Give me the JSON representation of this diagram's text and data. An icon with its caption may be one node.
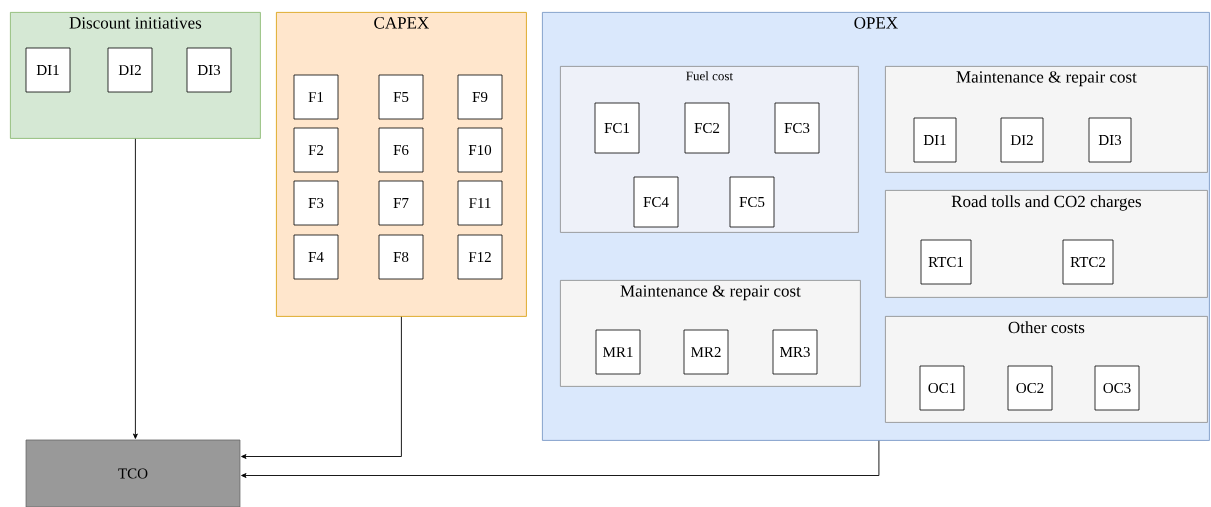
{
  "diagram": {
    "nodes": [
      {
        "text": [
          "Discount initiatives"
        ]
      },
      {
        "text": [
          "DI1"
        ],
        "in": 0
      },
      {
        "text": [
          "DI2"
        ],
        "in": 0
      },
      {
        "text": [
          "DI3"
        ],
        "in": 0
      },
      {
        "text": [
          "CAPEX"
        ]
      },
      {
        "text": [
          "F1"
        ],
        "in": 4
      },
      {
        "text": [
          "F5"
        ],
        "in": 4
      },
      {
        "text": [
          "F9"
        ],
        "in": 4
      },
      {
        "text": [
          "F2"
        ],
        "in": 4
      },
      {
        "text": [
          "F6"
        ],
        "in": 4
      },
      {
        "text": [
          "F10"
        ],
        "in": 4
      },
      {
        "text": [
          "F3"
        ],
        "in": 4
      },
      {
        "text": [
          "F7"
        ],
        "in": 4
      },
      {
        "text": [
          "F11"
        ],
        "in": 4
      },
      {
        "text": [
          "F4"
        ],
        "in": 4
      },
      {
        "text": [
          "F8"
        ],
        "in": 4
      },
      {
        "text": [
          "F12"
        ],
        "in": 4
      },
      {
        "text": [
          "OPEX"
        ]
      },
      {
        "text": [
          "Fuel cost"
        ],
        "in": 17
      },
      {
        "text": [
          "FC1"
        ],
        "in": 18
      },
      {
        "text": [
          "FC2"
        ],
        "in": 18
      },
      {
        "text": [
          "FC3"
        ],
        "in": 18
      },
      {
        "text": [
          "FC4"
        ],
        "in": 18
      },
      {
        "text": [
          "FC5"
        ],
        "in": 18
      },
      {
        "text": [
          "Maintenance & repair cost"
        ],
        "in": 17
      },
      {
        "text": [
          "DI1"
        ],
        "in": 24
      },
      {
        "text": [
          "DI2"
        ],
        "in": 24
      },
      {
        "text": [
          "DI3"
        ],
        "in": 24
      },
      {
        "text": [
          "Road tolls and CO2 charges"
        ],
        "in": 17
      },
      {
        "text": [
          "RTC1"
        ],
        "in": 28
      },
      {
        "text": [
          "RTC2"
        ],
        "in": 28
      },
      {
        "text": [
          "Maintenance & repair cost"
        ],
        "in": 17
      },
      {
        "text": [
          "MR1"
        ],
        "in": 31
      },
      {
        "text": [
          "MR2"
        ],
        "in": 31
      },
      {
        "text": [
          "MR3"
        ],
        "in": 31
      },
      {
        "text": [
          "Other costs"
        ],
        "in": 17
      },
      {
        "text": [
          "OC1"
        ],
        "in": 35
      },
      {
        "text": [
          "OC2"
        ],
        "in": 35
      },
      {
        "text": [
          "OC3"
        ],
        "in": 35
      },
      {
        "text": [
          "TCO"
        ]
      }
    ],
    "edges": [
      {
        "from": 0,
        "to": 39,
        "arrow": "to"
      },
      {
        "from": 4,
        "to": 39,
        "arrow": "to"
      },
      {
        "from": 17,
        "to": 39,
        "arrow": "to"
      }
    ]
  }
}
